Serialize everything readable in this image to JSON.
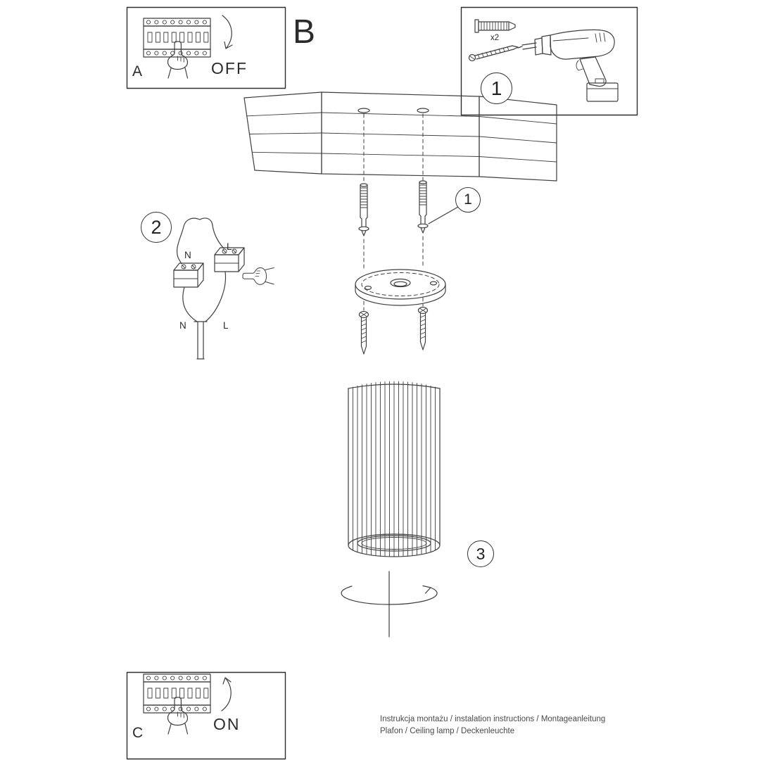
{
  "colors": {
    "ink": "#3a3a3a",
    "page": "#ffffff"
  },
  "steps": {
    "breaker_off": {
      "panel_label": "A",
      "switch_state": "OFF"
    },
    "section_label": "B",
    "tools": {
      "step_number": "1",
      "anchor_quantity": "x2"
    },
    "wiring": {
      "step_number": "2",
      "labels": {
        "top_n": "N",
        "top_l": "L",
        "bottom_n": "N",
        "bottom_l": "L"
      }
    },
    "anchors": {
      "callout_number": "1"
    },
    "shade": {
      "callout_number": "3"
    },
    "breaker_on": {
      "panel_label": "C",
      "switch_state": "ON"
    }
  },
  "footer": {
    "line1": "Instrukcja montażu / instalation instructions / Montageanleitung",
    "line2": "Plafon / Ceiling lamp / Deckenleuchte"
  }
}
